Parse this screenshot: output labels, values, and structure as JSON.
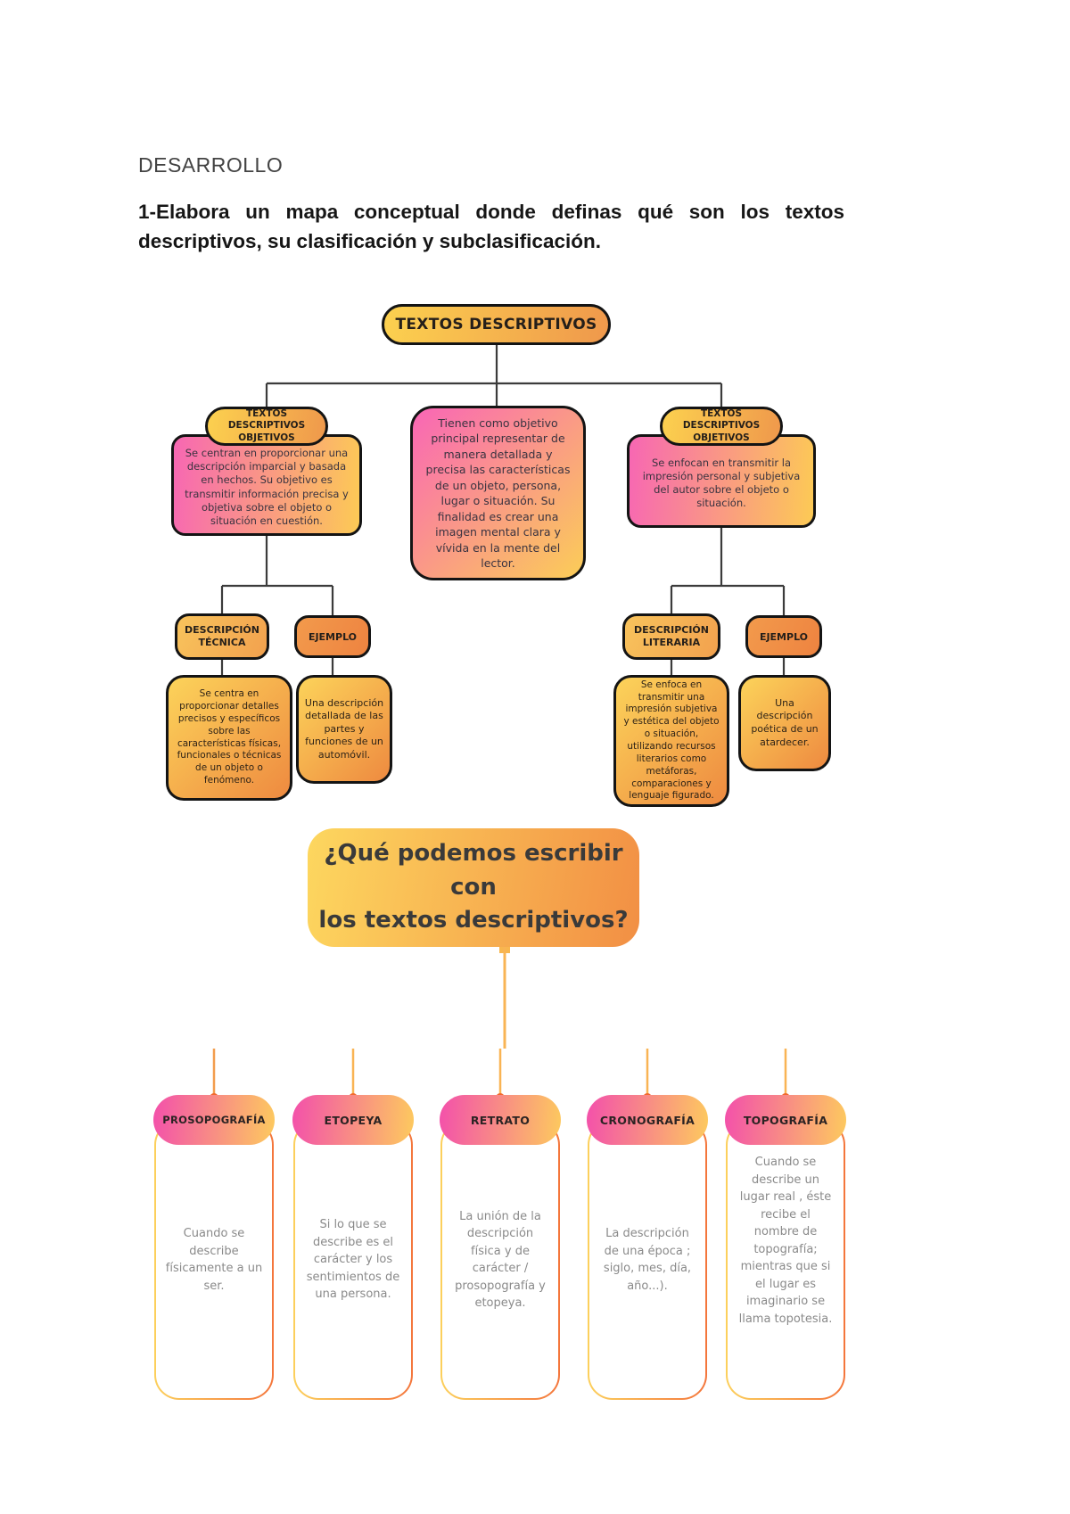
{
  "page": {
    "heading": "DESARROLLO",
    "instruction": "1-Elabora un mapa conceptual donde definas qué son los textos descriptivos, su clasificación y subclasificación."
  },
  "map1": {
    "root": "TEXTOS DESCRIPTIVOS",
    "center": "Tienen como objetivo principal representar de manera detallada y precisa las características de un objeto, persona, lugar o situación. Su finalidad es crear una imagen mental clara y vívida en la mente del lector.",
    "left": {
      "header": "TEXTOS DESCRIPTIVOS\nOBJETIVOS",
      "body": "Se centran en proporcionar una descripción imparcial y basada en hechos. Su objetivo es transmitir información precisa y objetiva sobre el objeto o situación en cuestión.",
      "sub1_title": "DESCRIPCIÓN\nTÉCNICA",
      "sub1_body": "Se centra en proporcionar detalles precisos y específicos sobre las características físicas, funcionales o técnicas de un objeto o fenómeno.",
      "sub2_title": "EJEMPLO",
      "sub2_body": "Una descripción detallada de las partes y funciones de un automóvil."
    },
    "right": {
      "header": "TEXTOS DESCRIPTIVOS\nOBJETIVOS",
      "body": "Se enfocan en transmitir la impresión personal y subjetiva del autor sobre el objeto o situación.",
      "sub1_title": "DESCRIPCIÓN\nLITERARIA",
      "sub1_body": "Se enfoca en transmitir una impresión subjetiva y estética del objeto o situación, utilizando recursos literarios como metáforas, comparaciones y lenguaje figurado.",
      "sub2_title": "EJEMPLO",
      "sub2_body": "Una descripción poética de un atardecer."
    }
  },
  "map2": {
    "title": "¿Qué podemos escribir con\nlos textos descriptivos?",
    "items": [
      {
        "label": "PROSOPOGRAFÍA",
        "body": "Cuando se describe físicamente a un ser."
      },
      {
        "label": "ETOPEYA",
        "body": "Si lo que se describe es el carácter y los sentimientos de una persona."
      },
      {
        "label": "RETRATO",
        "body": "La unión de la descripción física y de carácter / prosopografía y etopeya."
      },
      {
        "label": "CRONOGRAFÍA",
        "body": "La descripción de una época ; siglo, mes, día, año...)."
      },
      {
        "label": "TOPOGRAFÍA",
        "body": "Cuando se describe un lugar real , éste recibe el nombre de topografía; mientras que si el lugar es imaginario se llama topotesia."
      }
    ]
  }
}
